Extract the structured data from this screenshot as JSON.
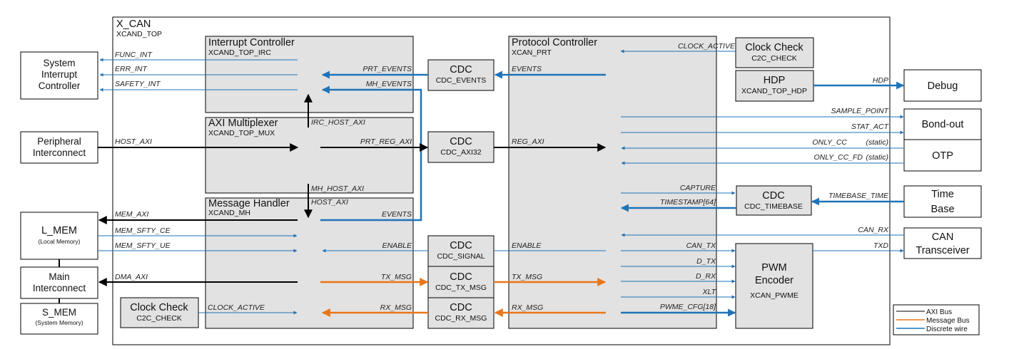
{
  "colors": {
    "axi": "#000000",
    "message": "#E8761A",
    "discrete": "#1F73B7",
    "block_fill": "#E2E2E2"
  },
  "xcan": {
    "title": "X_CAN",
    "subtitle": "XCAND_TOP"
  },
  "blocks": {
    "irc": {
      "title": "Interrupt Controller",
      "sub": "XCAND_TOP_IRC"
    },
    "mux": {
      "title": "AXI Multiplexer",
      "sub": "XCAND_TOP_MUX"
    },
    "mh": {
      "title": "Message Handler",
      "sub": "XCAND_MH"
    },
    "prt": {
      "title": "Protocol Controller",
      "sub": "XCAN_PRT"
    },
    "cdc_events": {
      "title": "CDC",
      "sub": "CDC_EVENTS"
    },
    "cdc_axi32": {
      "title": "CDC",
      "sub": "CDC_AXI32"
    },
    "cdc_signal": {
      "title": "CDC",
      "sub": "CDC_SIGNAL"
    },
    "cdc_tx": {
      "title": "CDC",
      "sub": "CDC_TX_MSG"
    },
    "cdc_rx": {
      "title": "CDC",
      "sub": "CDC_RX_MSG"
    },
    "cdc_timebase": {
      "title": "CDC",
      "sub": "CDC_TIMEBASE"
    },
    "clk_top": {
      "title": "Clock Check",
      "sub": "C2C_CHECK"
    },
    "clk_bottom": {
      "title": "Clock Check",
      "sub": "C2C_CHECK"
    },
    "hdp": {
      "title": "HDP",
      "sub": "XCAND_TOP_HDP"
    },
    "pwm": {
      "line1": "PWM",
      "line2": "Encoder",
      "sub": "XCAN_PWME"
    }
  },
  "external": {
    "sic": [
      "System",
      "Interrupt",
      "Controller"
    ],
    "periph": [
      "Peripheral",
      "Interconnect"
    ],
    "lmem": {
      "title": "L_MEM",
      "sub": "(Local Memory)"
    },
    "main_ic": [
      "Main",
      "Interconnect"
    ],
    "smem": {
      "title": "S_MEM",
      "sub": "(System Memory)"
    },
    "debug": "Debug",
    "bondout": "Bond-out",
    "otp": "OTP",
    "timebase": [
      "Time",
      "Base"
    ],
    "can_trx": [
      "CAN",
      "Transceiver"
    ]
  },
  "signals": {
    "func_int": "FUNC_INT",
    "err_int": "ERR_INT",
    "safety_int": "SAFETY_INT",
    "prt_events": "PRT_EVENTS",
    "mh_events": "MH_EVENTS",
    "events_prt": "EVENTS",
    "clock_active_top": "CLOCK_ACTIVE",
    "hdp": "HDP",
    "irc_host_axi": "IRC_HOST_AXI",
    "host_axi_in": "HOST_AXI",
    "prt_reg_axi": "PRT_REG_AXI",
    "reg_axi": "REG_AXI",
    "sample_point": "SAMPLE_POINT",
    "stat_act": "STAT_ACT",
    "only_cc": "ONLY_CC",
    "only_cc_fd": "ONLY_CC_FD",
    "static": "(static)",
    "mh_host_axi": "MH_HOST_AXI",
    "host_axi_mh": "HOST_AXI",
    "events_mh": "EVENTS",
    "capture": "CAPTURE",
    "timestamp": "TIMESTAMP[64]",
    "timebase_time": "TIMEBASE_TIME",
    "mem_axi": "MEM_AXI",
    "mem_sfty_ce": "MEM_SFTY_CE",
    "mem_sfty_ue": "MEM_SFTY_UE",
    "can_rx": "CAN_RX",
    "enable_mh": "ENABLE",
    "enable_prt": "ENABLE",
    "can_tx": "CAN_TX",
    "txd": "TXD",
    "d_tx": "D_TX",
    "d_rx": "D_RX",
    "dma_axi": "DMA_AXI",
    "tx_msg_mh": "TX_MSG",
    "tx_msg_prt": "TX_MSG",
    "xlt": "XLT",
    "clock_active_bottom": "CLOCK_ACTIVE",
    "rx_msg_mh": "RX_MSG",
    "rx_msg_prt": "RX_MSG",
    "pwme_cfg": "PWME_CFG[18]"
  },
  "legend": {
    "axi": "AXI Bus",
    "message": "Message Bus",
    "discrete": "Discrete wire"
  }
}
